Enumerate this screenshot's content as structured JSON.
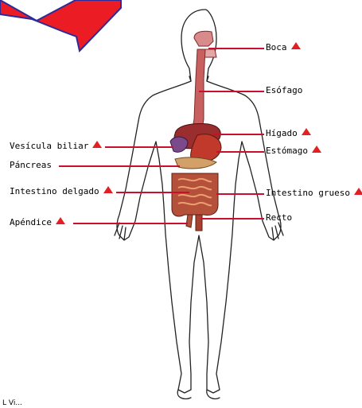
{
  "labels": {
    "boca": "Boca",
    "esofago": "Esófago",
    "higado": "Hígado",
    "estomago": "Estómago",
    "vesicula": "Vesícula biliar",
    "pancreas": "Páncreas",
    "int_delgado": "Intestino delgado",
    "int_grueso": "Intestino grueso",
    "apendice": "Apéndice",
    "recto": "Recto"
  },
  "footer_text": "L Vi...",
  "colors": {
    "arrow_fill": "#ec1c24",
    "arrow_stroke": "#2b2b9b",
    "leader_line": "#c8102e",
    "marker": "#e31e24",
    "organ": "#b5503a"
  }
}
